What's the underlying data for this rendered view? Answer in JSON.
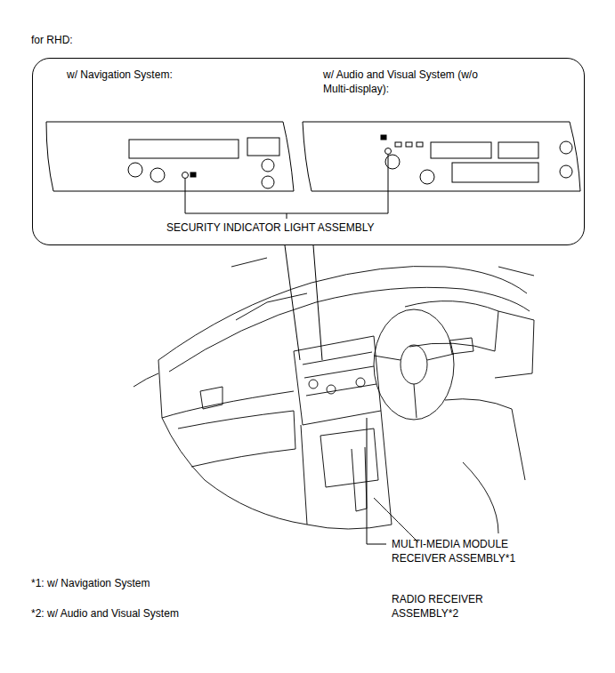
{
  "diagram": {
    "title": "for RHD:",
    "nodes": [
      {
        "text": [
          "w/ Navigation System:",
          "w/ Audio and Visual System (w/o Multi-display):",
          "SECURITY INDICATOR LIGHT ASSEMBLY"
        ]
      }
    ],
    "labels": [
      "MULTI-MEDIA MODULE RECEIVER ASSEMBLY*1",
      "*1: w/ Navigation System",
      "RADIO RECEIVER ASSEMBLY*2",
      "*2: w/ Audio and Visual System"
    ]
  }
}
